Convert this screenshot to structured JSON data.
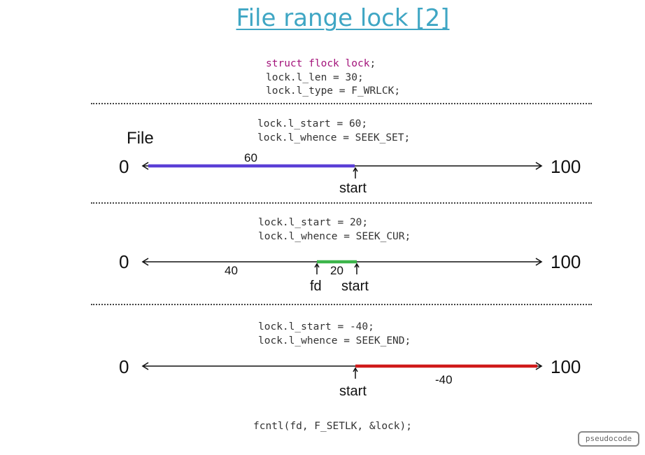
{
  "title": "File range lock [2]",
  "header_code": {
    "kw1": "struct",
    "kw2": "flock",
    "kw3": "lock",
    "semicolon": ";",
    "line2": "lock.l_len = 30;",
    "line3": "lock.l_type = F_WRLCK;"
  },
  "file_label": "File",
  "sections": [
    {
      "code1": "lock.l_start = 60;",
      "code2": "lock.l_whence = SEEK_SET;",
      "left_end": "0",
      "right_end": "100",
      "range_label": "60",
      "start_label": "start",
      "range_color": "#5a3fd6"
    },
    {
      "code1": "lock.l_start = 20;",
      "code2": "lock.l_whence = SEEK_CUR;",
      "left_end": "0",
      "right_end": "100",
      "offset_label": "40",
      "range_label": "20",
      "fd_label": "fd",
      "start_label": "start",
      "range_color": "#3cb54a"
    },
    {
      "code1": "lock.l_start = -40;",
      "code2": "lock.l_whence = SEEK_END;",
      "left_end": "0",
      "right_end": "100",
      "range_label": "-40",
      "start_label": "start",
      "range_color": "#d01a1a"
    }
  ],
  "footer_code": "fcntl(fd, F_SETLK, &lock);",
  "badge": "pseudocode"
}
